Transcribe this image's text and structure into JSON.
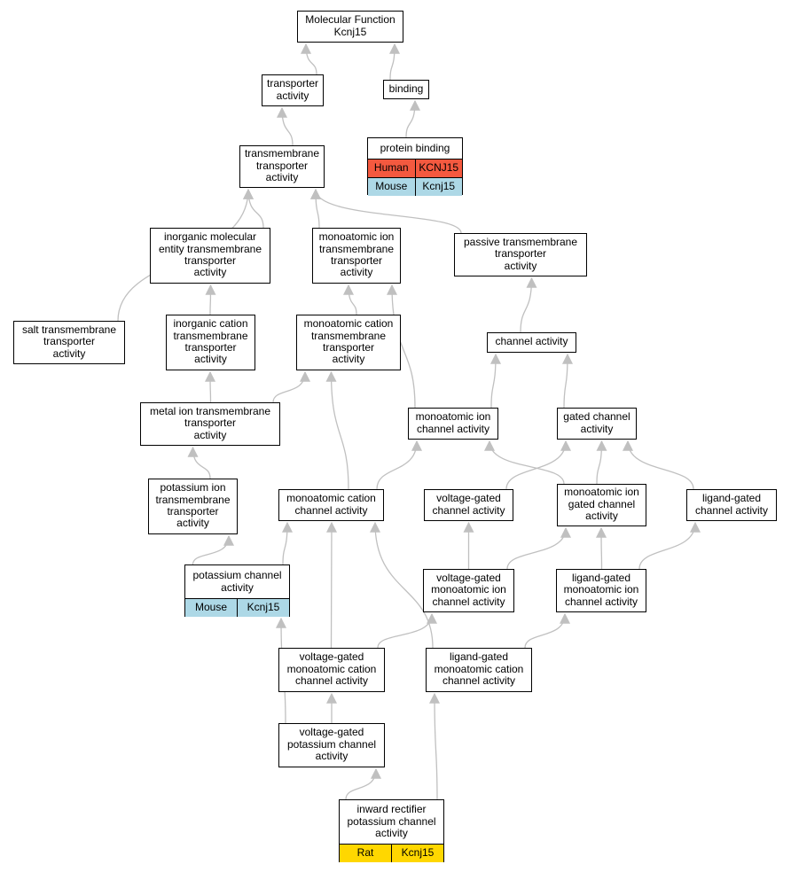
{
  "colors": {
    "edge": "#c0c0c0",
    "human": "#f4593f",
    "mouse": "#add8e6",
    "rat": "#ffd700"
  },
  "nodes": [
    {
      "id": "mf",
      "label": "Molecular Function\nKcnj15"
    },
    {
      "id": "ta",
      "label": "transporter\nactivity"
    },
    {
      "id": "binding",
      "label": "binding"
    },
    {
      "id": "pb",
      "label": "protein binding",
      "rows": [
        {
          "species": "Human",
          "gene": "KCNJ15",
          "color": "#f4593f"
        },
        {
          "species": "Mouse",
          "gene": "Kcnj15",
          "color": "#add8e6"
        }
      ]
    },
    {
      "id": "tta",
      "label": "transmembrane\ntransporter\nactivity"
    },
    {
      "id": "imetta",
      "label": "inorganic molecular\nentity transmembrane\ntransporter\nactivity"
    },
    {
      "id": "mitta",
      "label": "monoatomic ion\ntransmembrane\ntransporter\nactivity"
    },
    {
      "id": "ptta",
      "label": "passive transmembrane\ntransporter\nactivity"
    },
    {
      "id": "stta",
      "label": "salt transmembrane\ntransporter\nactivity"
    },
    {
      "id": "icta",
      "label": "inorganic cation\ntransmembrane\ntransporter\nactivity"
    },
    {
      "id": "mcta",
      "label": "monoatomic cation\ntransmembrane\ntransporter\nactivity"
    },
    {
      "id": "ca",
      "label": "channel activity"
    },
    {
      "id": "mita",
      "label": "metal ion transmembrane\ntransporter\nactivity"
    },
    {
      "id": "mica",
      "label": "monoatomic ion\nchannel activity"
    },
    {
      "id": "gca",
      "label": "gated channel\nactivity"
    },
    {
      "id": "pitta",
      "label": "potassium ion\ntransmembrane\ntransporter\nactivity"
    },
    {
      "id": "mcca",
      "label": "monoatomic cation\nchannel activity"
    },
    {
      "id": "vgca",
      "label": "voltage-gated\nchannel activity"
    },
    {
      "id": "migca",
      "label": "monoatomic ion\ngated channel\nactivity"
    },
    {
      "id": "lgca",
      "label": "ligand-gated\nchannel activity"
    },
    {
      "id": "pca",
      "label": "potassium channel\nactivity",
      "rows": [
        {
          "species": "Mouse",
          "gene": "Kcnj15",
          "color": "#add8e6"
        }
      ]
    },
    {
      "id": "vgmica",
      "label": "voltage-gated\nmonoatomic ion\nchannel activity"
    },
    {
      "id": "lgmica",
      "label": "ligand-gated\nmonoatomic ion\nchannel activity"
    },
    {
      "id": "vgmcca",
      "label": "voltage-gated\nmonoatomic cation\nchannel activity"
    },
    {
      "id": "lgmcca",
      "label": "ligand-gated\nmonoatomic cation\nchannel activity"
    },
    {
      "id": "vgpca",
      "label": "voltage-gated\npotassium channel\nactivity"
    },
    {
      "id": "irpca",
      "label": "inward rectifier\npotassium channel\nactivity",
      "rows": [
        {
          "species": "Rat",
          "gene": "Kcnj15",
          "color": "#ffd700"
        }
      ]
    }
  ],
  "edges": [
    [
      "ta",
      "mf"
    ],
    [
      "binding",
      "mf"
    ],
    [
      "pb",
      "binding"
    ],
    [
      "tta",
      "ta"
    ],
    [
      "imetta",
      "tta"
    ],
    [
      "mitta",
      "tta"
    ],
    [
      "ptta",
      "tta"
    ],
    [
      "stta",
      "tta"
    ],
    [
      "icta",
      "imetta"
    ],
    [
      "mcta",
      "mitta"
    ],
    [
      "ca",
      "ptta"
    ],
    [
      "mita",
      "icta"
    ],
    [
      "mita",
      "mcta"
    ],
    [
      "mica",
      "mitta"
    ],
    [
      "mica",
      "ca"
    ],
    [
      "gca",
      "ca"
    ],
    [
      "pitta",
      "mita"
    ],
    [
      "mcca",
      "mcta"
    ],
    [
      "mcca",
      "mica"
    ],
    [
      "migca",
      "mica"
    ],
    [
      "migca",
      "gca"
    ],
    [
      "vgca",
      "gca"
    ],
    [
      "lgca",
      "gca"
    ],
    [
      "pca",
      "pitta"
    ],
    [
      "pca",
      "mcca"
    ],
    [
      "vgmica",
      "vgca"
    ],
    [
      "vgmica",
      "migca"
    ],
    [
      "lgmica",
      "migca"
    ],
    [
      "lgmica",
      "lgca"
    ],
    [
      "vgmcca",
      "mcca"
    ],
    [
      "vgmcca",
      "vgmica"
    ],
    [
      "lgmcca",
      "mcca"
    ],
    [
      "lgmcca",
      "lgmica"
    ],
    [
      "vgpca",
      "pca"
    ],
    [
      "vgpca",
      "vgmcca"
    ],
    [
      "irpca",
      "vgpca"
    ],
    [
      "irpca",
      "lgmcca"
    ]
  ]
}
